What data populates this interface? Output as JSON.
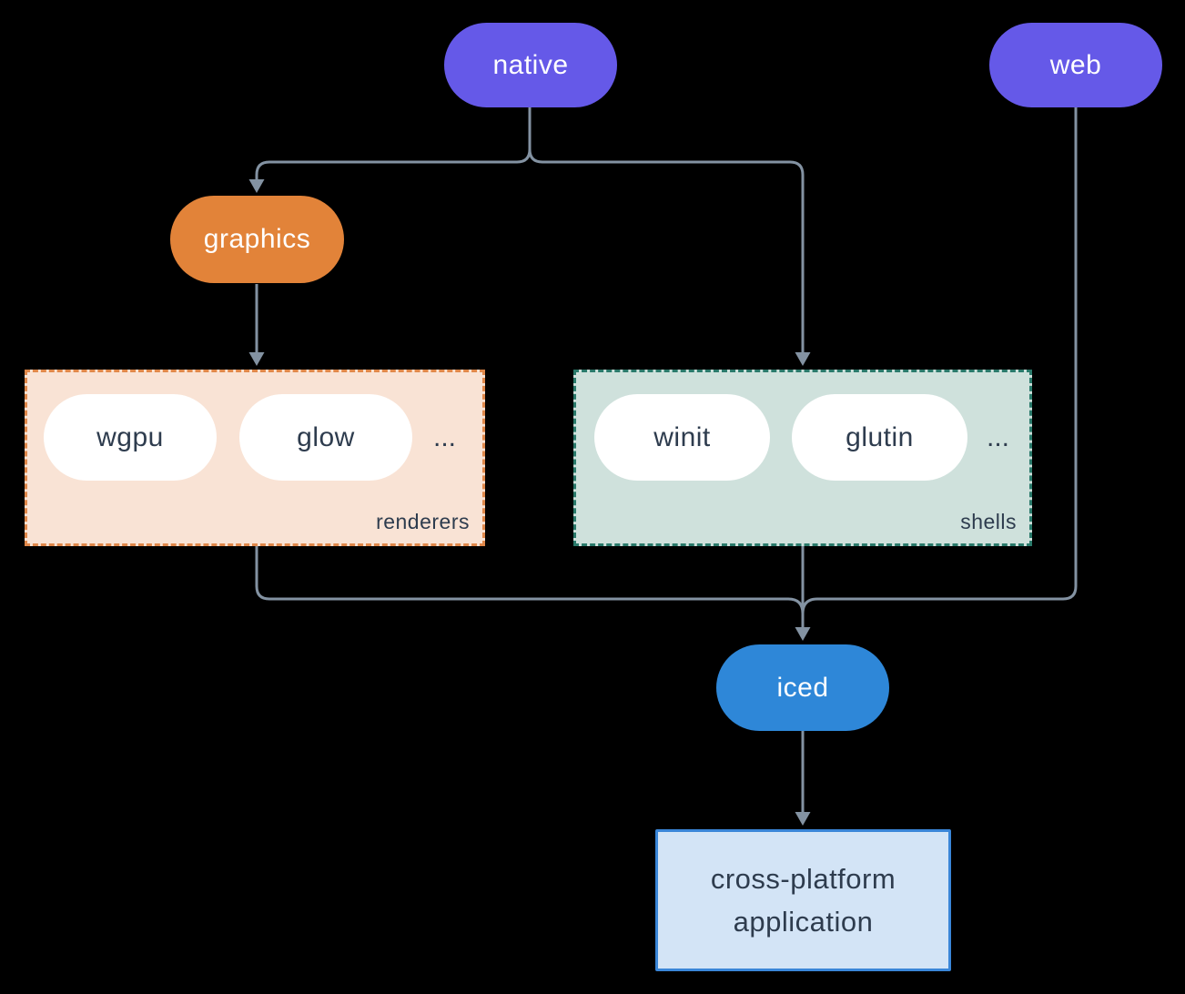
{
  "diagram": {
    "nodes": {
      "native": {
        "label": "native"
      },
      "web": {
        "label": "web"
      },
      "graphics": {
        "label": "graphics"
      },
      "wgpu": {
        "label": "wgpu"
      },
      "glow": {
        "label": "glow"
      },
      "winit": {
        "label": "winit"
      },
      "glutin": {
        "label": "glutin"
      },
      "iced": {
        "label": "iced"
      },
      "app": {
        "label_line1": "cross-platform",
        "label_line2": "application"
      }
    },
    "groups": {
      "renderers": {
        "label": "renderers",
        "ellipsis": "..."
      },
      "shells": {
        "label": "shells",
        "ellipsis": "..."
      }
    },
    "colors": {
      "background": "#000000",
      "purple_node": "#6559e8",
      "orange_node": "#e28339",
      "blue_node": "#2e87d8",
      "white_node": "#ffffff",
      "renderers_fill": "#f9e3d5",
      "renderers_border": "#e0884a",
      "shells_fill": "#cfe1dc",
      "shells_border": "#2a7a6b",
      "app_fill": "#d3e4f6",
      "app_border": "#3a86d8",
      "connector": "#8392a2",
      "dark_text": "#2e3c4e"
    }
  }
}
